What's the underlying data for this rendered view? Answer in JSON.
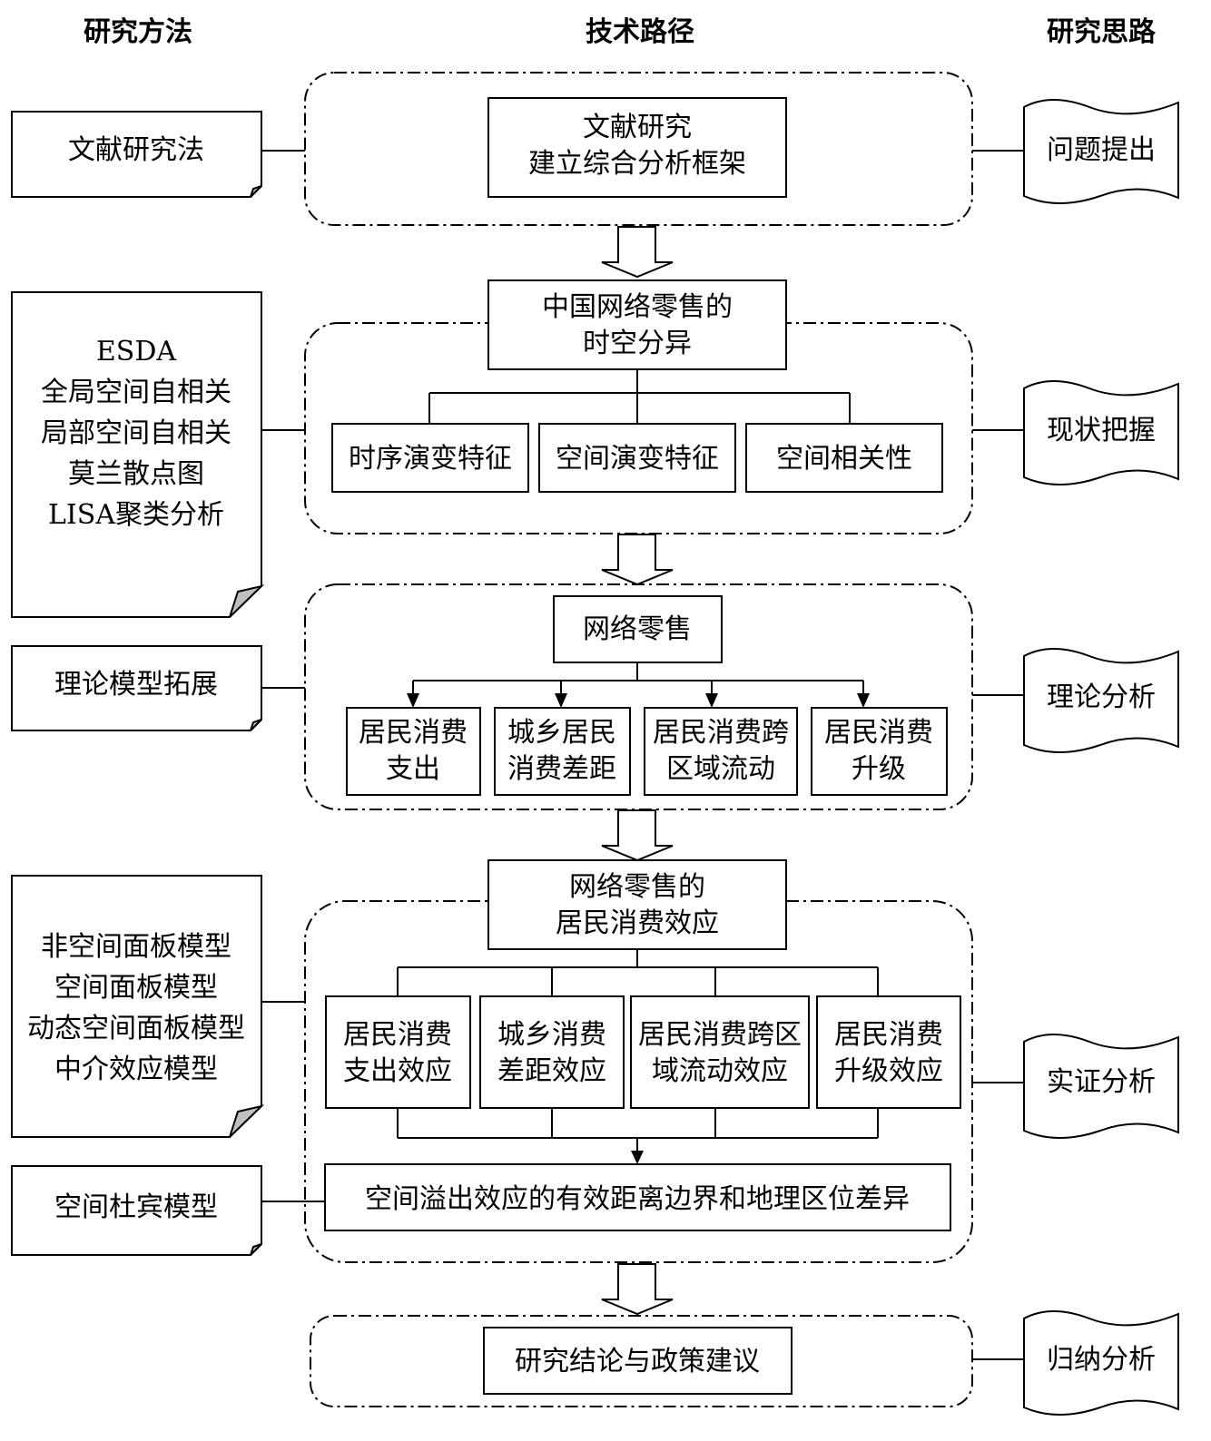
{
  "headers": {
    "methods": "研究方法",
    "path": "技术路径",
    "ideas": "研究思路"
  },
  "methods": [
    {
      "lines": [
        "文献研究法"
      ]
    },
    {
      "lines": [
        "ESDA",
        "全局空间自相关",
        "局部空间自相关",
        "莫兰散点图",
        "LISA聚类分析"
      ]
    },
    {
      "lines": [
        "理论模型拓展"
      ]
    },
    {
      "lines": [
        "非空间面板模型",
        "空间面板模型",
        "动态空间面板模型",
        "中介效应模型"
      ]
    },
    {
      "lines": [
        "空间杜宾模型"
      ]
    }
  ],
  "ideas": [
    "问题提出",
    "现状把握",
    "理论分析",
    "实证分析",
    "归纳分析"
  ],
  "stage1": {
    "lines": [
      "文献研究",
      "建立综合分析框架"
    ]
  },
  "stage2": {
    "title": [
      "中国网络零售的",
      "时空分异"
    ],
    "children": [
      "时序演变特征",
      "空间演变特征",
      "空间相关性"
    ]
  },
  "stage3": {
    "title": "网络零售",
    "children": [
      [
        "居民消费",
        "支出"
      ],
      [
        "城乡居民",
        "消费差距"
      ],
      [
        "居民消费跨",
        "区域流动"
      ],
      [
        "居民消费",
        "升级"
      ]
    ]
  },
  "stage4": {
    "title": [
      "网络零售的",
      "居民消费效应"
    ],
    "children": [
      [
        "居民消费",
        "支出效应"
      ],
      [
        "城乡消费",
        "差距效应"
      ],
      [
        "居民消费跨区",
        "域流动效应"
      ],
      [
        "居民消费",
        "升级效应"
      ]
    ],
    "bottom": "空间溢出效应的有效距离边界和地理区位差异"
  },
  "stage5": {
    "label": "研究结论与政策建议"
  }
}
